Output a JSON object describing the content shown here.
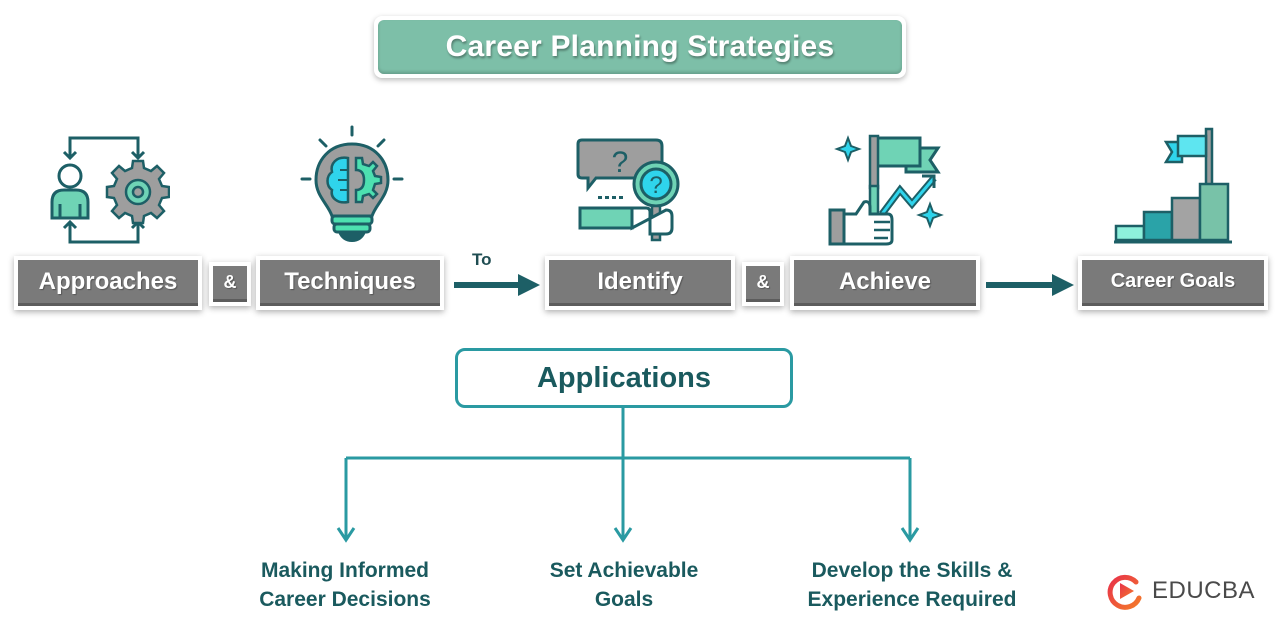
{
  "title": "Career Planning Strategies",
  "flow": {
    "items": [
      {
        "label": "Approaches",
        "icon": "person-gear-cycle-icon"
      },
      {
        "label": "&"
      },
      {
        "label": "Techniques",
        "icon": "lightbulb-brain-gear-icon"
      },
      {
        "label": "To"
      },
      {
        "label": "Identify",
        "icon": "question-magnifier-icon"
      },
      {
        "label": "&"
      },
      {
        "label": "Achieve",
        "icon": "hand-flag-growth-icon"
      },
      {
        "label": "Career Goals",
        "icon": "steps-flag-icon"
      }
    ]
  },
  "applications": {
    "heading": "Applications",
    "items": [
      {
        "line1": "Making Informed",
        "line2": "Career Decisions"
      },
      {
        "line1": "Set Achievable",
        "line2": "Goals"
      },
      {
        "line1": "Develop the Skills &",
        "line2": "Experience Required"
      }
    ]
  },
  "brand": {
    "name": "EDUCBA"
  },
  "colors": {
    "teal_banner": "#7dbfa8",
    "dark_teal": "#1a5a5e",
    "line_teal": "#2a9aa2",
    "arrow_dark": "#1d5f66",
    "box_gray": "#7a7a7a",
    "mint": "#6fd3b5",
    "cyan": "#2fd4ec",
    "icon_gray": "#9e9e9e"
  }
}
